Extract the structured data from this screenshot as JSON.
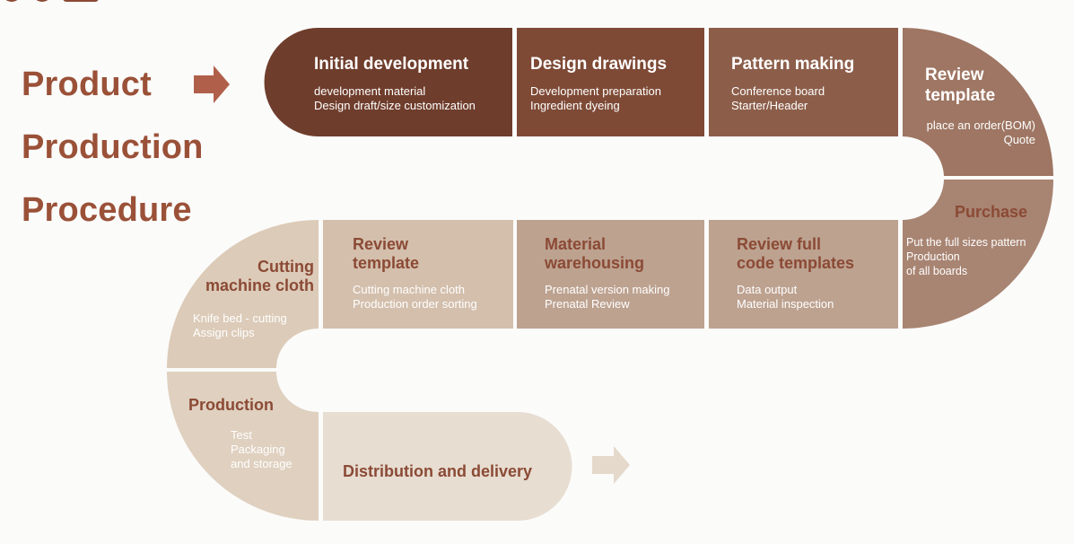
{
  "title": {
    "line1": "Product",
    "line2": "Production",
    "line3": "Procedure"
  },
  "steps": {
    "initial_development": {
      "title": "Initial development",
      "details": "development material\nDesign draft/size customization"
    },
    "design_drawings": {
      "title": "Design drawings",
      "details": "Development preparation\nIngredient dyeing"
    },
    "pattern_making": {
      "title": "Pattern making",
      "details": "Conference board\nStarter/Header"
    },
    "review_template_top": {
      "title": "Review\ntemplate",
      "details": "place an order(BOM)\nQuote"
    },
    "purchase": {
      "title": "Purchase",
      "details": "Put the full sizes pattern\nProduction\nof all boards"
    },
    "review_full_code": {
      "title": "Review full\ncode templates",
      "details": "Data output\nMaterial inspection"
    },
    "material_warehousing": {
      "title": "Material\nwarehousing",
      "details": "Prenatal version making\nPrenatal Review"
    },
    "review_template_mid": {
      "title": "Review\ntemplate",
      "details": "Cutting machine cloth\nProduction order sorting"
    },
    "cutting_machine_cloth": {
      "title": "Cutting\nmachine cloth",
      "details": "Knife bed - cutting\nAssign clips"
    },
    "production": {
      "title": "Production",
      "details": "Test\nPackaging\nand storage"
    },
    "distribution": {
      "title": "Distribution and delivery"
    }
  },
  "colors": {
    "step1": "#6f3d2c",
    "step2": "#7e4a36",
    "step3": "#8c5e4a",
    "review_top": "#9e7663",
    "purchase": "#a88472",
    "row2": "#bda290",
    "row2_review": "#d3bfac",
    "cutting": "#dccbb8",
    "production": "#dfd0bf",
    "distribution": "#e7ddd1",
    "title_text": "#9a5138",
    "dark_text": "#8b4a35"
  }
}
